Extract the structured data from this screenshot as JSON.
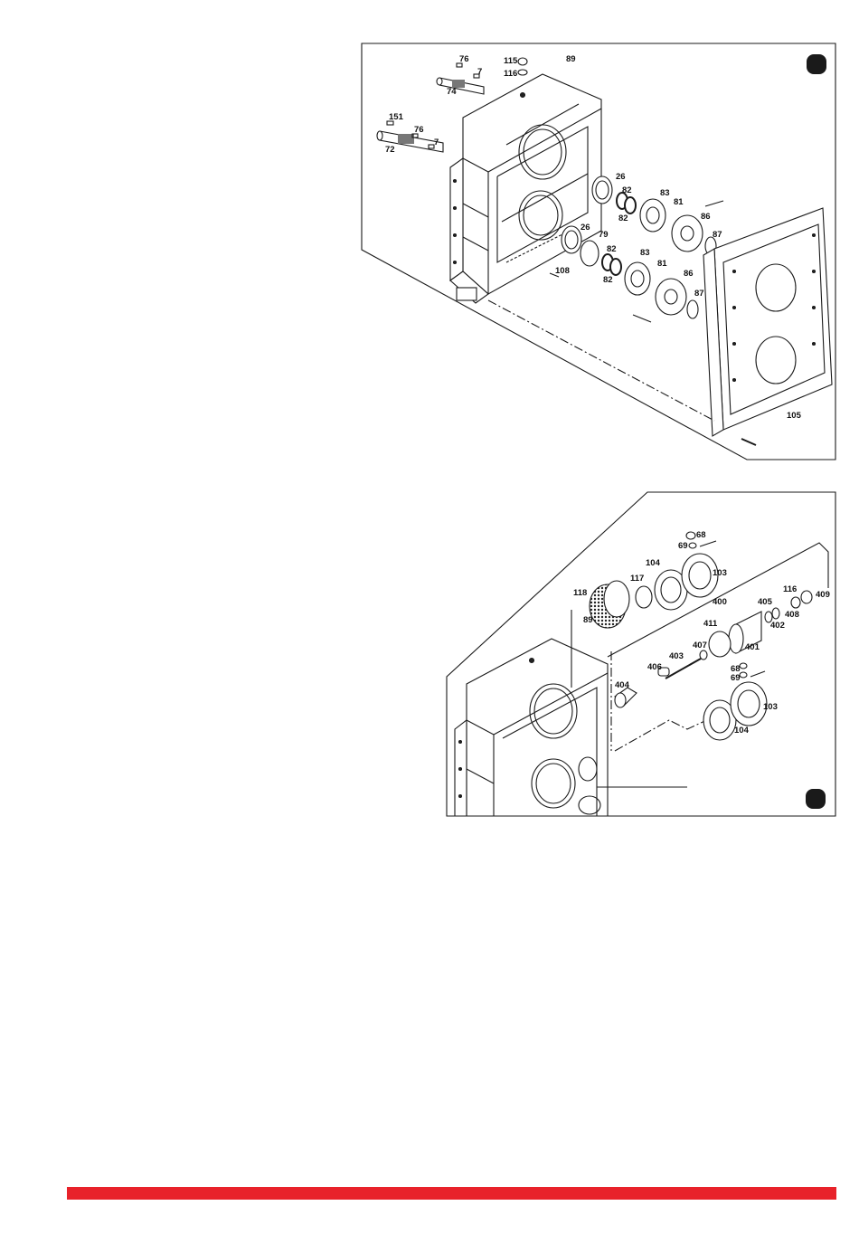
{
  "colors": {
    "footer_bar": "#e8222a",
    "line": "#1a1a1a",
    "badge": "#1a1a1a"
  },
  "diagram_top": {
    "labels": {
      "l76": "76",
      "l7a": "7",
      "l74": "74",
      "l115": "115",
      "l116": "116",
      "l89": "89",
      "l151": "151",
      "l76b": "76",
      "l7b": "7",
      "l72": "72",
      "l26a": "26",
      "l82a": "82",
      "l82b": "82",
      "l83a": "83",
      "l81a": "81",
      "l86a": "86",
      "l87a": "87",
      "l26b": "26",
      "l79": "79",
      "l82c": "82",
      "l82d": "82",
      "l83b": "83",
      "l81b": "81",
      "l86b": "86",
      "l87b": "87",
      "l108": "108",
      "l105": "105"
    }
  },
  "diagram_bottom": {
    "labels": {
      "l68a": "68",
      "l69a": "69",
      "l104a": "104",
      "l117": "117",
      "l103a": "103",
      "l118": "118",
      "l89": "89",
      "l400": "400",
      "l116": "116",
      "l409": "409",
      "l405": "405",
      "l408": "408",
      "l402": "402",
      "l411": "411",
      "l401": "401",
      "l407": "407",
      "l403": "403",
      "l406": "406",
      "l404": "404",
      "l68b": "68",
      "l69b": "69",
      "l103b": "103",
      "l104b": "104"
    }
  }
}
